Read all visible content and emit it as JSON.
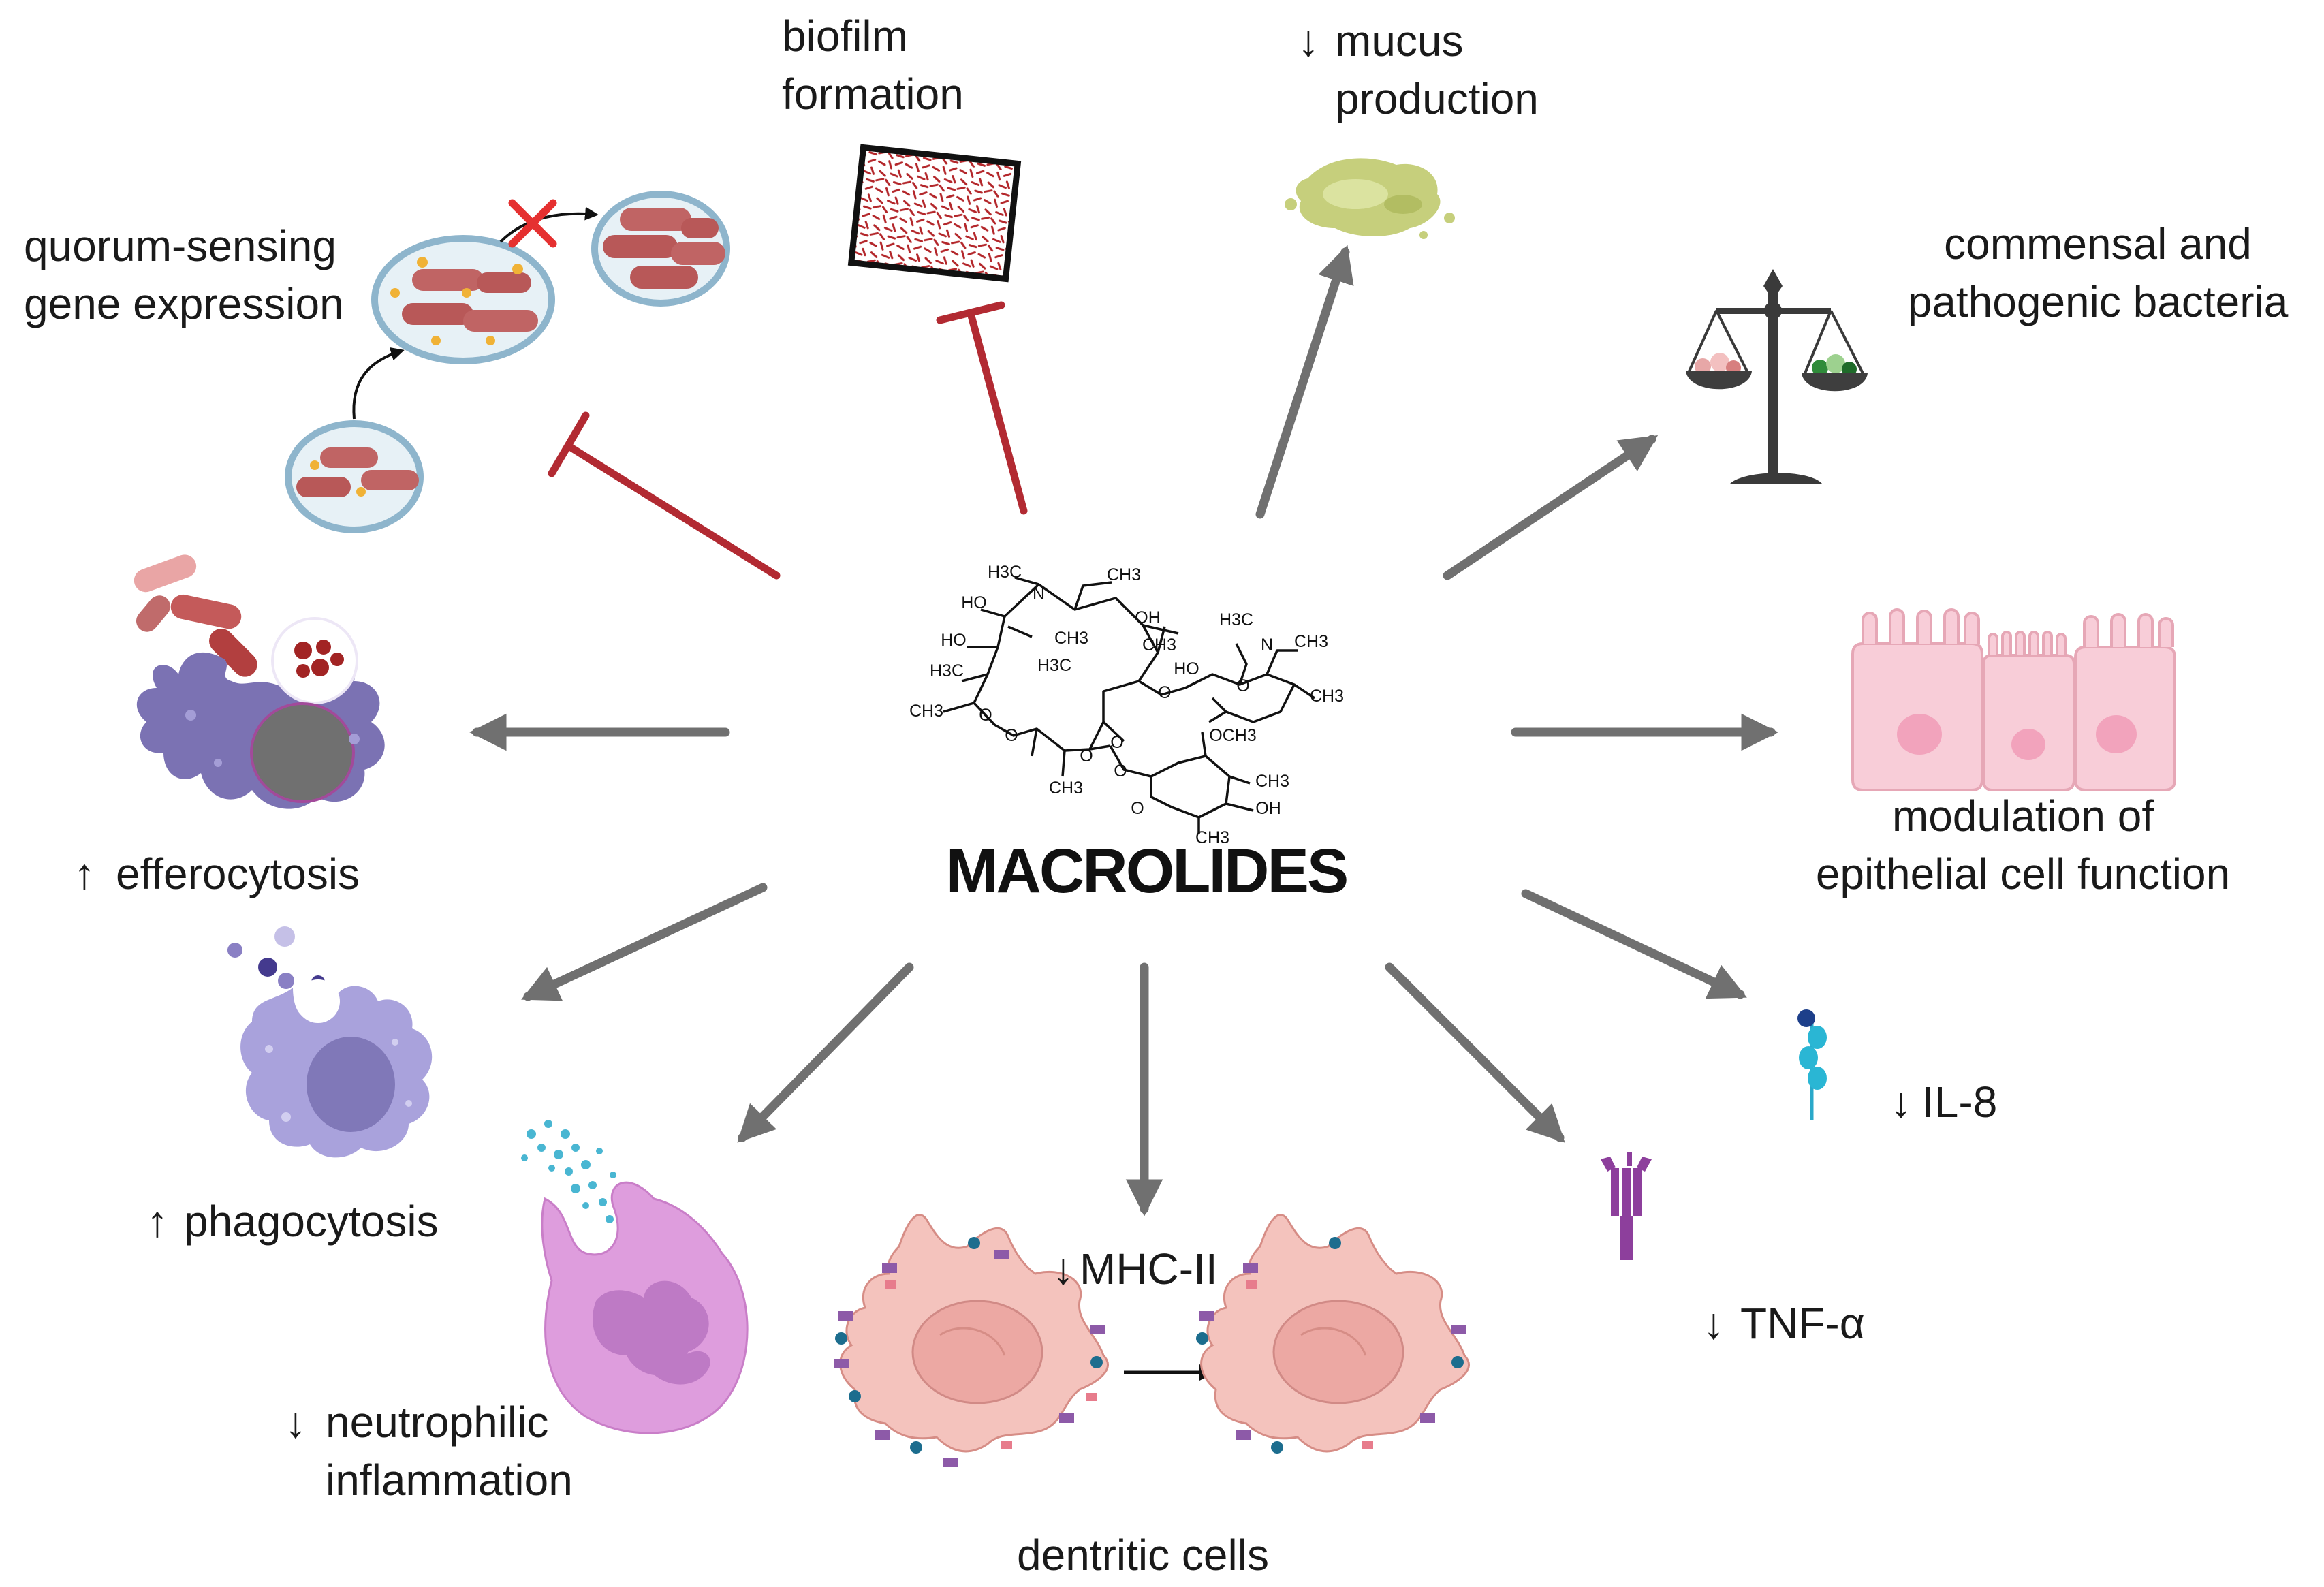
{
  "center": {
    "title": "MACROLIDES",
    "chem_labels": [
      "H3C",
      "N",
      "CH3",
      "HO",
      "OH",
      "CH3",
      "HO",
      "CH3",
      "H3C",
      "H3C",
      "O",
      "O",
      "CH3",
      "O",
      "HO",
      "H3C",
      "N",
      "CH3",
      "O",
      "CH3",
      "O",
      "CH3",
      "O",
      "OCH3",
      "CH3",
      "OH",
      "CH3",
      "O",
      "O"
    ]
  },
  "effects": {
    "quorum": {
      "line1": "quorum-sensing",
      "line2": "gene expression"
    },
    "biofilm": {
      "line1": "biofilm",
      "line2": "formation"
    },
    "mucus": {
      "line1": "mucus",
      "line2": "production",
      "arrow": "↓"
    },
    "bacteria": {
      "line1": "commensal and",
      "line2": "pathogenic bacteria"
    },
    "efferocytosis": {
      "label": "efferocytosis",
      "arrow": "↑"
    },
    "epithelial": {
      "line1": "modulation of",
      "line2": "epithelial cell function"
    },
    "phagocytosis": {
      "label": "phagocytosis",
      "arrow": "↑"
    },
    "il8": {
      "label": "IL-8",
      "arrow": "↓"
    },
    "tnf": {
      "label": "TNF-α",
      "arrow": "↓"
    },
    "neutrophilic": {
      "line1": "neutrophilic",
      "line2": "inflammation",
      "arrow": "↓"
    },
    "dendritic": {
      "label": "dentritic cells"
    },
    "mhc": {
      "label": "MHC-II",
      "arrow": "↓"
    }
  },
  "colors": {
    "arrow_gray": "#707070",
    "inhibit_red": "#b22a32",
    "bacteria_red": "#b85c5c",
    "macrophage": "#7b72b3",
    "phagocyte": "#a9a2dc",
    "neutrophil": "#d98fd6",
    "dendritic": "#f2b2ac",
    "epithelial": "#f8cdd8",
    "mucus": "#c6cf7c"
  }
}
